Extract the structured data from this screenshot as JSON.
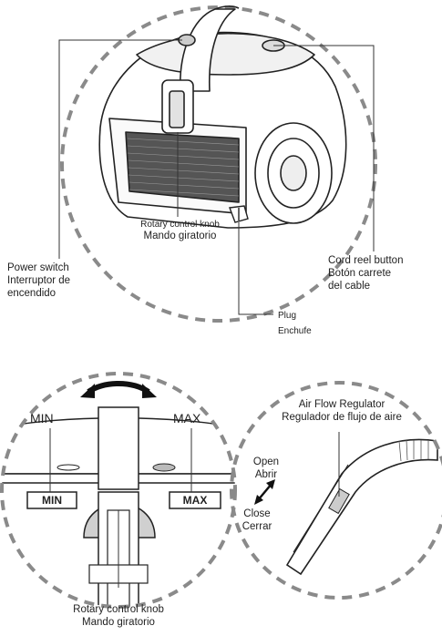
{
  "labels": {
    "power_switch_en": "Power switch",
    "power_switch_es_1": "Interruptor de",
    "power_switch_es_2": "encendido",
    "rotary_top_en": "Rotary control knob",
    "rotary_top_es": "Mando giratorio",
    "cord_reel_en": "Cord reel button",
    "cord_reel_es_1": "Botón carrete",
    "cord_reel_es_2": "del cable",
    "plug_en": "Plug",
    "plug_es": "Enchufe",
    "min_callout": "MIN",
    "max_callout": "MAX",
    "min_mark": "MIN",
    "max_mark": "MAX",
    "rotary_bottom_en": "Rotary control knob",
    "rotary_bottom_es": "Mando giratorio",
    "airflow_en": "Air Flow Regulator",
    "airflow_es": "Regulador de flujo de aire",
    "open_en": "Open",
    "open_es": "Abrir",
    "close_en": "Close",
    "close_es": "Cerrar"
  }
}
